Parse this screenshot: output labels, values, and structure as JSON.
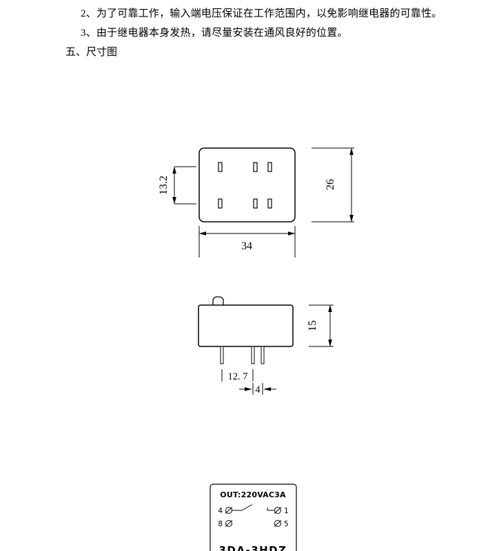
{
  "document": {
    "note_2": "2、为了可靠工作，输入端电压保证在工作范围内，以免影响继电器的可靠性。",
    "note_3": "3、由于继电器本身发热，请尽量安装在通风良好的位置。",
    "section_title": "五、尺寸图"
  },
  "top_view": {
    "pin_row_spacing": "13.2",
    "body_height": "26",
    "body_width": "34"
  },
  "side_view": {
    "body_height": "15",
    "pin_pitch_wide": "12. 7",
    "pin_pitch_narrow": "4"
  },
  "bottom_view": {
    "output_rating": "OUT:220VAC3A",
    "terminal_top_left": "4",
    "terminal_top_right": "1",
    "terminal_bottom_left": "8",
    "terminal_bottom_right": "5",
    "model": "3DA-3HDZ"
  }
}
